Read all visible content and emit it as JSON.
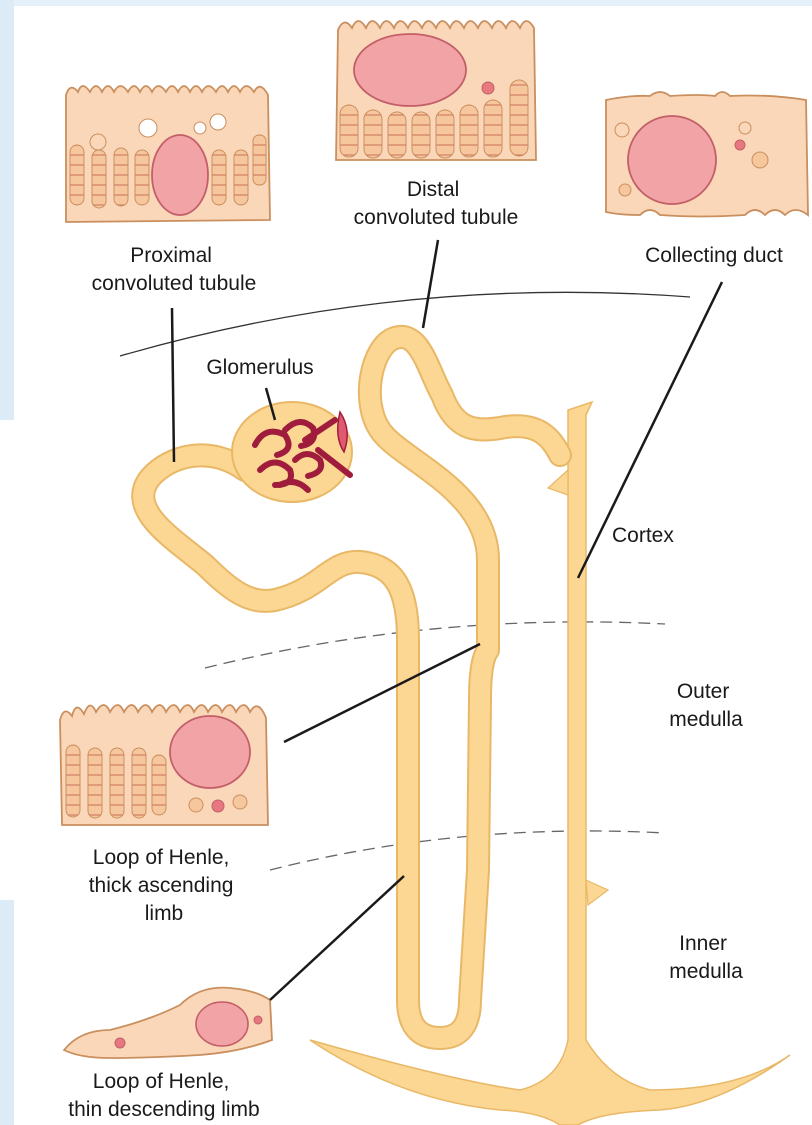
{
  "labels": {
    "proximal": [
      "Proximal",
      "convoluted tubule"
    ],
    "distal": [
      "Distal",
      "convoluted tubule"
    ],
    "collecting": "Collecting duct",
    "glomerulus": "Glomerulus",
    "cortex": "Cortex",
    "outer_medulla": [
      "Outer",
      "medulla"
    ],
    "inner_medulla": [
      "Inner",
      "medulla"
    ],
    "thick_limb": [
      "Loop of Henle,",
      "thick ascending",
      "limb"
    ],
    "thin_limb": [
      "Loop of Henle,",
      "thin descending limb"
    ]
  },
  "colors": {
    "tubule": "#fbd793",
    "tubule_edge": "#e9b867",
    "cell": "#fbd7b9",
    "cell_edge": "#c98f5e",
    "nucleus": "#f2a3a6",
    "nucleus_edge": "#c25f68",
    "glomerulus": "#a01c3c",
    "outline": "#1a1a1a",
    "page_edge": "#dcebf6"
  }
}
